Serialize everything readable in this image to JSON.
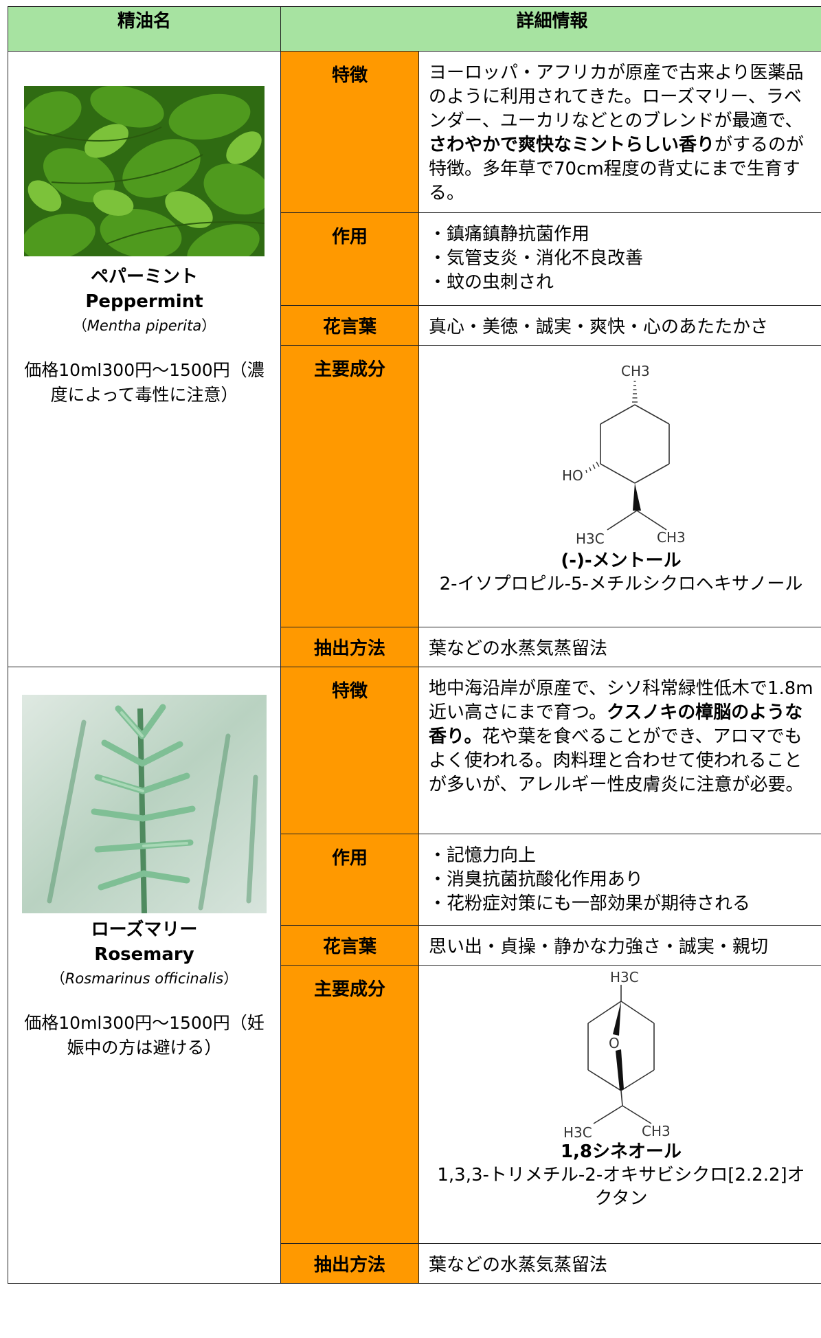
{
  "header": {
    "col1": "精油名",
    "col2": "詳細情報"
  },
  "labels": {
    "feature": "特徴",
    "effect": "作用",
    "flower_words": "花言葉",
    "components": "主要成分",
    "extraction": "抽出方法"
  },
  "oils": [
    {
      "jp_name": "ペパーミント",
      "en_name": "Peppermint",
      "sci_open": "（",
      "sci_name": "Mentha piperita",
      "sci_close": "）",
      "price": "価格10ml300円〜1500円（濃度によって毒性に注意）",
      "feature_pre": "ヨーロッパ・アフリカが原産で古来より医薬品のように利用されてきた。ローズマリー、ラベンダー、ユーカリなどとのブレンドが最適で、",
      "feature_bold": "さわやかで爽快なミントらしい香り",
      "feature_post": "がするのが特徴。多年草で70cm程度の背丈にまで生育する。",
      "effects": [
        "・鎮痛鎮静抗菌作用",
        "・気管支炎・消化不良改善",
        "・蚊の虫刺され"
      ],
      "flower_words": "真心・美徳・誠実・爽快・心のあたたかさ",
      "mol_labels": {
        "top": "CH3",
        "ho": "HO",
        "left": "H3C",
        "right": "CH3"
      },
      "component_name": "(-)-メントール",
      "component_iupac": "2-イソプロピル-5-メチルシクロヘキサノール",
      "extraction": "葉などの水蒸気蒸留法"
    },
    {
      "jp_name": "ローズマリー",
      "en_name": "Rosemary",
      "sci_open": "（",
      "sci_name": "Rosmarinus officinalis",
      "sci_close": "）",
      "price": "価格10ml300円〜1500円（妊娠中の方は避ける）",
      "feature_pre": "地中海沿岸が原産で、シソ科常緑性低木で1.8m近い高さにまで育つ。",
      "feature_bold": "クスノキの樟脳のような香り。",
      "feature_post": "花や葉を食べることができ、アロマでもよく使われる。肉料理と合わせて使われることが多いが、アレルギー性皮膚炎に注意が必要。",
      "effects": [
        "・記憶力向上",
        "・消臭抗菌抗酸化作用あり",
        "・花粉症対策にも一部効果が期待される"
      ],
      "flower_words": "思い出・貞操・静かな力強さ・誠実・親切",
      "mol_labels": {
        "top": "H3C",
        "o": "O",
        "left": "H3C",
        "right": "CH3"
      },
      "component_name": "1,8シネオール",
      "component_iupac": "1,3,3-トリメチル-2-オキサビシクロ[2.2.2]オクタン",
      "extraction": "葉などの水蒸気蒸留法"
    }
  ],
  "colors": {
    "header_bg": "#a7e3a1",
    "label_bg": "#ff9900",
    "border": "#222222"
  },
  "images": [
    "peppermint-leaves-photo",
    "rosemary-sprig-photo"
  ]
}
